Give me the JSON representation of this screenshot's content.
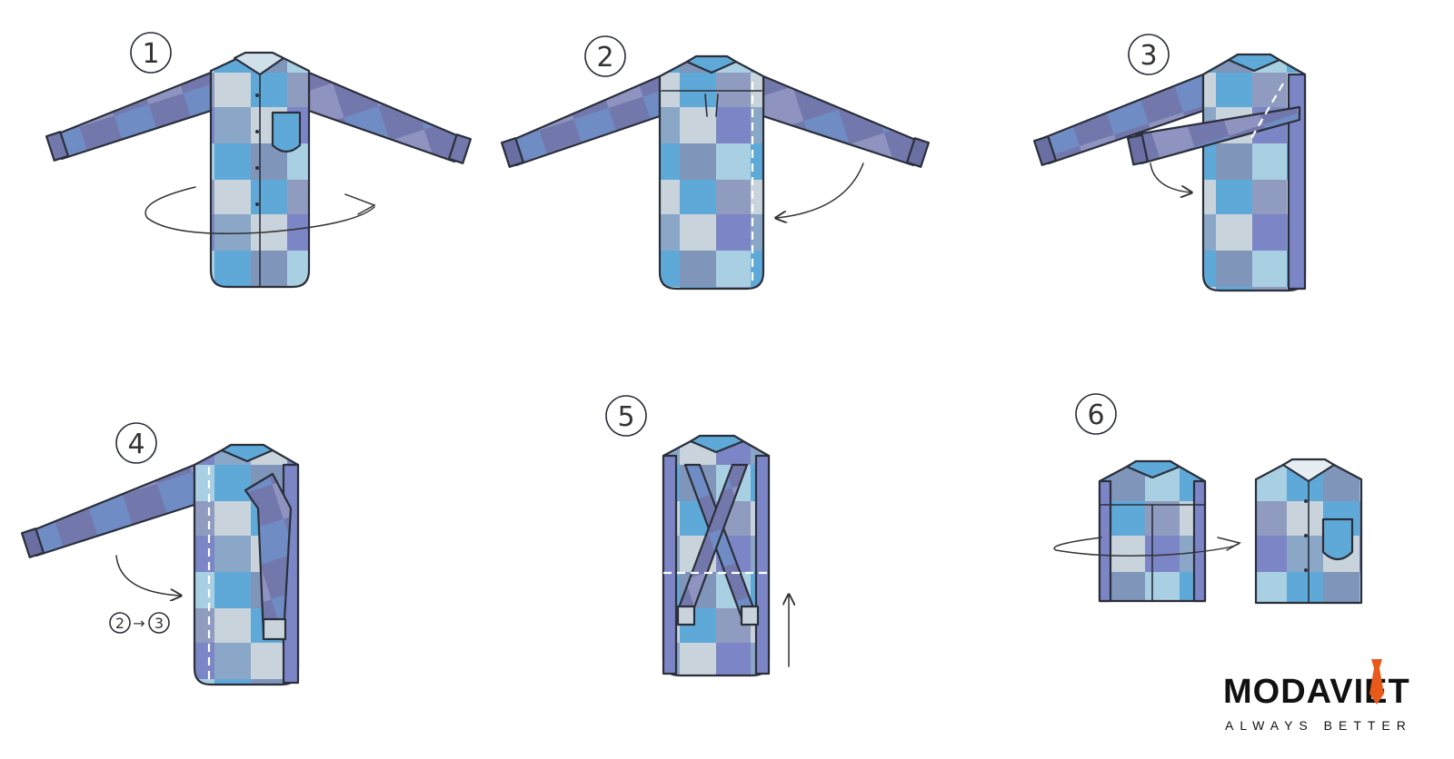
{
  "steps": [
    {
      "num": "1"
    },
    {
      "num": "2"
    },
    {
      "num": "3"
    },
    {
      "num": "4",
      "note_a": "2",
      "note_sep": "→",
      "note_b": "3"
    },
    {
      "num": "5"
    },
    {
      "num": "6"
    }
  ],
  "logo": {
    "word": "MODAVIET",
    "tagline": "ALWAYS BETTER",
    "accent": "#e85a1c"
  },
  "colors": {
    "shirt_blue": "#5fa9d8",
    "shirt_light": "#a9cfe3",
    "shirt_grey": "#c9d3dc",
    "shirt_violet": "#7c86c6",
    "sleeve": "#7378ac",
    "outline": "#2b2f3a"
  }
}
